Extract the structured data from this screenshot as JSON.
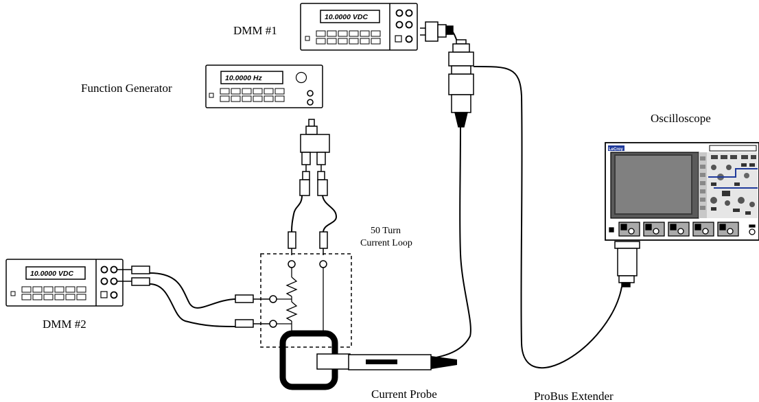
{
  "labels": {
    "dmm1": "DMM #1",
    "function_generator": "Function Generator",
    "oscilloscope": "Oscilloscope",
    "current_loop_line1": "50 Turn",
    "current_loop_line2": "Current  Loop",
    "dmm2": "DMM #2",
    "current_probe": "Current Probe",
    "probus_extender": "ProBus Extender"
  },
  "displays": {
    "dmm1": "10.0000 VDC",
    "function_generator": "10.0000  Hz",
    "dmm2": "10.0000 VDC"
  },
  "oscilloscope_brand": "LeCroy"
}
